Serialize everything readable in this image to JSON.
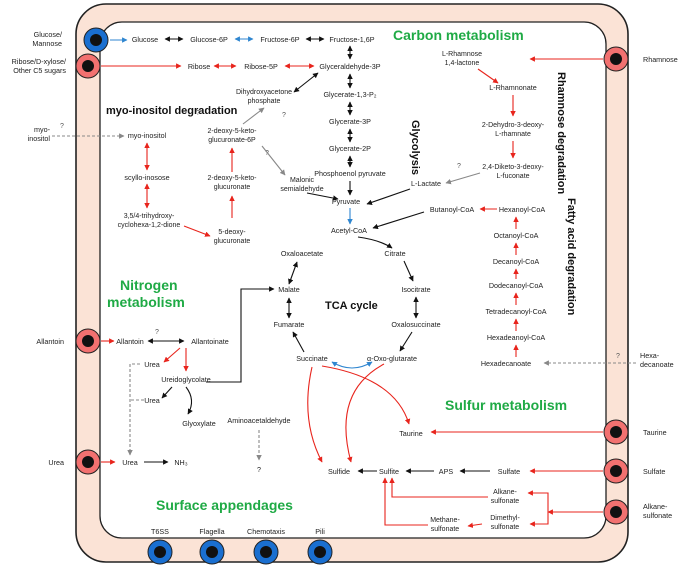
{
  "sections": {
    "carbon": "Carbon metabolism",
    "glycolysis": "Glycolysis",
    "myo": "myo-inositol degradation",
    "rhamnose": "Rhamnose degradation",
    "fatty": "Fatty acid degradation",
    "nitrogen_1": "Nitrogen",
    "nitrogen_2": "metabolism",
    "tca": "TCA cycle",
    "sulfur": "Sulfur metabolism",
    "surface": "Surface appendages"
  },
  "external": {
    "glucose_1": "Glucose/",
    "glucose_2": "Mannose",
    "ribose_1": "Ribose/D-xylose/",
    "ribose_2": "Other C5 sugars",
    "myo_1": "myo-",
    "myo_2": "inositol",
    "allantoin": "Allantoin",
    "urea": "Urea",
    "rhamnose": "Rhamnose",
    "hexa_1": "Hexa-",
    "hexa_2": "decanoate",
    "taurine": "Taurine",
    "sulfate": "Sulfate",
    "alkane_1": "Alkane-",
    "alkane_2": "sulfonate"
  },
  "metabolites": {
    "glucose": "Glucose",
    "glucose6p": "Glucose-6P",
    "fructose6p": "Fructose-6P",
    "fructose16p": "Fructose-1,6P",
    "ribose": "Ribose",
    "ribose5p": "Ribose-5P",
    "g3p": "Glyceraldehyde-3P",
    "dhap_1": "Dihydroxyacetone",
    "dhap_2": "phosphate",
    "g13p2": "Glycerate-1,3-P₂",
    "g3pg": "Glycerate-3P",
    "g2p": "Glycerate-2P",
    "pep": "Phosphoenol pyruvate",
    "pyruvate": "Pyruvate",
    "acetylcoa": "Acetyl-CoA",
    "myoinositol": "myo-inositol",
    "scylloinosose": "scyllo-inosose",
    "trihydroxy_1": "3,5/4-trihydroxy-",
    "trihydroxy_2": "cyclohexa-1,2-dione",
    "deoxyketo6p_1": "2-deoxy-5-keto-",
    "deoxyketo6p_2": "glucuronate-6P",
    "deoxyketo_1": "2-deoxy-5-keto-",
    "deoxyketo_2": "glucuronate",
    "deoxyglucuronate_1": "5-deoxy-",
    "deoxyglucuronate_2": "glucuronate",
    "malonic_1": "Malonic",
    "malonic_2": "semialdehyde",
    "lrhamnose_1": "L-Rhamnose",
    "lrhamnose_2": "1,4-lactone",
    "lrhamnonate": "L-Rhamnonate",
    "dehydro_1": "2-Dehydro-3-deoxy-",
    "dehydro_2": "L-rhamnate",
    "diketo_1": "2,4-Diketo-3-deoxy-",
    "diketo_2": "L-fuconate",
    "llactate": "L-Lactate",
    "butanoylcoa": "Butanoyl-CoA",
    "hexanoylcoa": "Hexanoyl-CoA",
    "octanoylcoa": "Octanoyl-CoA",
    "decanoylcoa": "Decanoyl-CoA",
    "dodecanoylcoa": "Dodecanoyl-CoA",
    "tetradecanoylcoa": "Tetradecanoyl-CoA",
    "hexadecanoylcoa": "Hexadeanoyl-CoA",
    "hexadecanoate": "Hexadecanoate",
    "oxaloacetate": "Oxaloacetate",
    "citrate": "Citrate",
    "malate": "Malate",
    "isocitrate": "Isocitrate",
    "fumarate": "Fumarate",
    "oxalosuccinate": "Oxalosuccinate",
    "succinate": "Succinate",
    "oxoglutarate": "α-Oxo-glutarate",
    "allantoin": "Allantoin",
    "allantoinate": "Allantoinate",
    "urea": "Urea",
    "ureidoglycolate": "Ureidoglycolate",
    "urea2": "Urea",
    "glyoxylate": "Glyoxylate",
    "urea3": "Urea",
    "nh3": "NH₃",
    "aminoacetaldehyde": "Aminoacetaldehyde",
    "qmark": "?",
    "taurine": "Taurine",
    "sulfide": "Sulfide",
    "sulfite": "Sulfite",
    "aps": "APS",
    "sulfate": "Sulfate",
    "alkanesulfonate_1": "Alkane-",
    "alkanesulfonate_2": "sulfonate",
    "dimethylsulfonate_1": "Dimethyl-",
    "dimethylsulfonate_2": "sulfonate",
    "methanesulfonate_1": "Methane-",
    "methanesulfonate_2": "sulfonate"
  },
  "appendages": [
    "T6SS",
    "Flagella",
    "Chemotaxis",
    "Pili"
  ],
  "question_mark": "?",
  "colors": {
    "cell_fill": "#fbe3d6",
    "cell_border": "#222222",
    "transporter_red": "#f27170",
    "transporter_blue": "#1a6fd0",
    "arrow_red": "#e8241c",
    "arrow_blue": "#2f86d0",
    "arrow_black": "#111111",
    "arrow_grey": "#888888",
    "section_green": "#1faa45"
  }
}
